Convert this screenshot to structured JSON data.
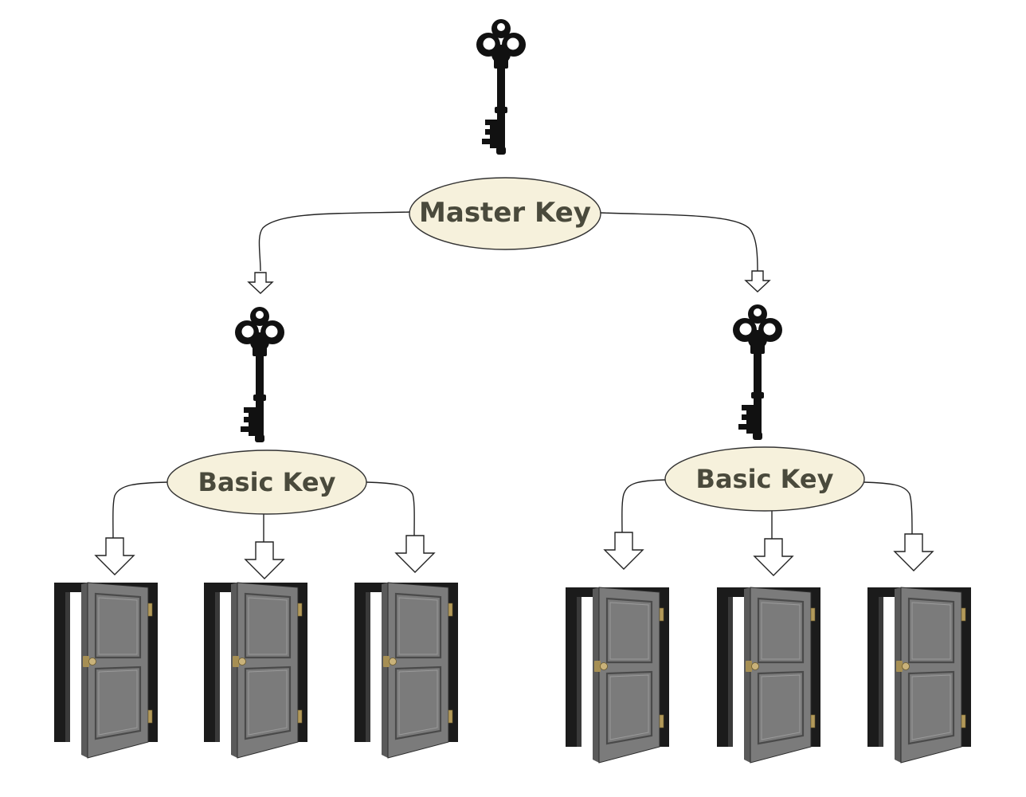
{
  "diagram": {
    "master": {
      "label": "Master Key"
    },
    "groups": [
      {
        "label": "Basic Key",
        "doors": 3
      },
      {
        "label": "Basic Key",
        "doors": 3
      }
    ]
  },
  "icons": {
    "key": "skeleton-key-icon",
    "door": "open-door-icon",
    "arrow": "hollow-down-arrow"
  },
  "colors": {
    "oval_fill": "#f6f1dc",
    "label_text": "#4a4a3c",
    "key": "#111111",
    "door": "#7b7b7b"
  }
}
